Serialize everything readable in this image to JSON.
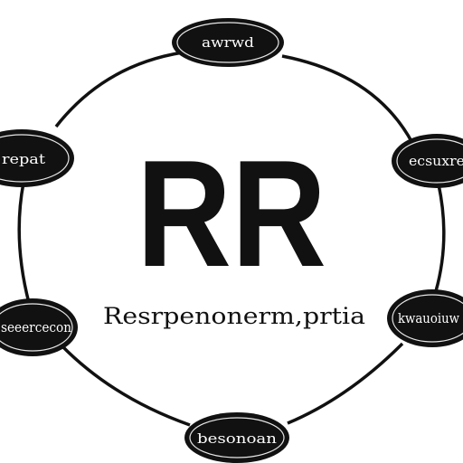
{
  "diagram": {
    "center_letter": "RR",
    "center_caption": "Resrpenonerm,prtia",
    "nodes": [
      {
        "label": "awrwd"
      },
      {
        "label": "ecsuxre"
      },
      {
        "label": "kwauoiuw"
      },
      {
        "label": "besonoan"
      },
      {
        "label": "seeercecon"
      },
      {
        "label": "repat"
      }
    ]
  }
}
